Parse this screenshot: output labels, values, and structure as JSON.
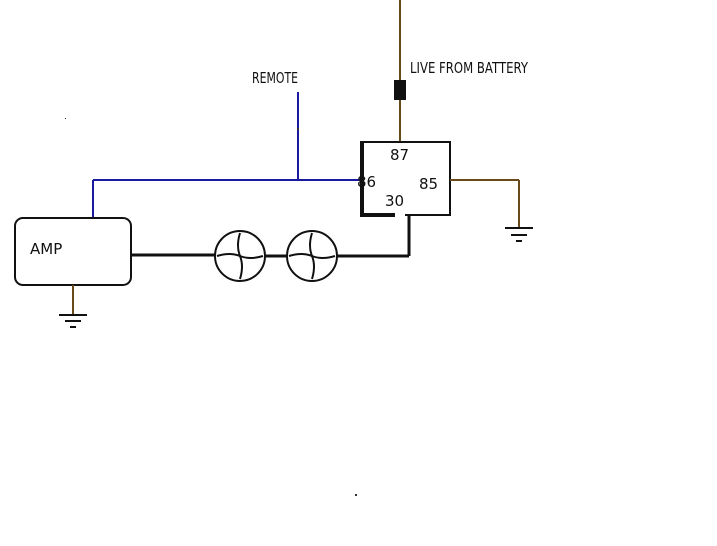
{
  "labels": {
    "remote": "REMOTE",
    "live_from_battery": "LIVE FROM BATTERY",
    "amp": "AMP",
    "relay_pin_87": "87",
    "relay_pin_86": "86",
    "relay_pin_85": "85",
    "relay_pin_30": "30"
  },
  "colors": {
    "remote_wire": "#1a1aa0",
    "battery_wire": "#6b4a1a",
    "ground_wire": "#6b4a1a",
    "signal_wire": "#111111",
    "outline": "#111111",
    "background": "#ffffff"
  },
  "components": [
    "amp",
    "relay",
    "fan-left",
    "fan-right",
    "fuse",
    "ground-amp",
    "ground-relay"
  ]
}
